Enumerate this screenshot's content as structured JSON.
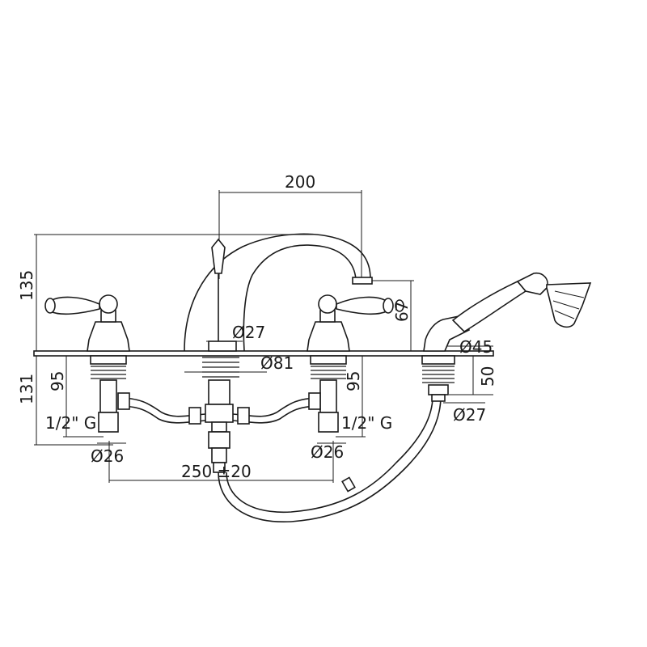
{
  "dimensions": {
    "spout_reach": "200",
    "overall_height": "135",
    "below_deck_height": "131",
    "spout_height": "67",
    "valve_body_left": "95",
    "valve_body_right": "95",
    "diverter_body": "50",
    "spout_diameter": "Ø27",
    "spout_base_diameter": "Ø81",
    "hose_outlet_diameter": "Ø45",
    "hose_shank_diameter": "Ø27",
    "left_shank_diameter": "Ø26",
    "right_shank_diameter": "Ø26",
    "left_thread": "1/2\" G",
    "right_thread": "1/2\" G",
    "tap_centres": "250 ±20"
  }
}
